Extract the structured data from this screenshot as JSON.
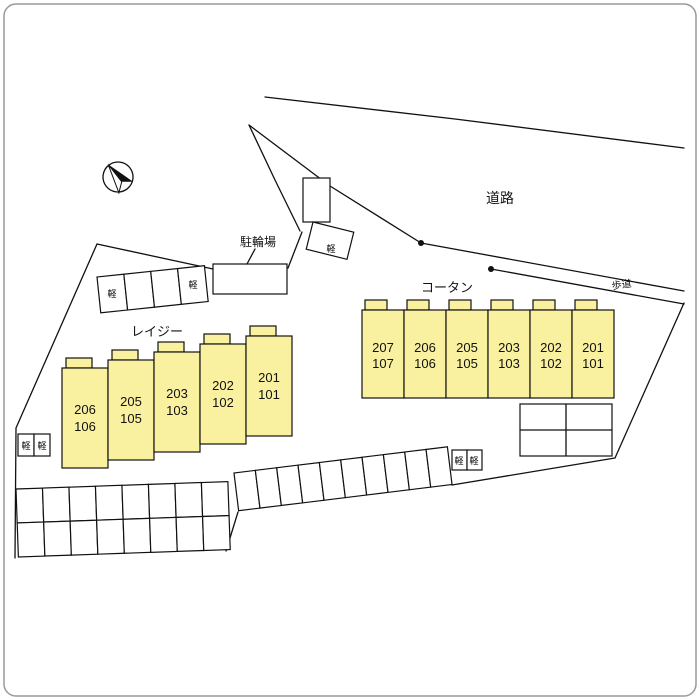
{
  "plan": {
    "road_label": "道路",
    "sidewalk_label": "歩道",
    "bicycle_parking_label": "駐輪場",
    "kei_label": "軽",
    "buildings": {
      "left": {
        "name": "レイジー",
        "units": [
          {
            "upper": "206",
            "lower": "106"
          },
          {
            "upper": "205",
            "lower": "105"
          },
          {
            "upper": "203",
            "lower": "103"
          },
          {
            "upper": "202",
            "lower": "102"
          },
          {
            "upper": "201",
            "lower": "101"
          }
        ]
      },
      "right": {
        "name": "コータン",
        "units": [
          {
            "upper": "207",
            "lower": "107"
          },
          {
            "upper": "206",
            "lower": "106"
          },
          {
            "upper": "205",
            "lower": "105"
          },
          {
            "upper": "203",
            "lower": "103"
          },
          {
            "upper": "202",
            "lower": "102"
          },
          {
            "upper": "201",
            "lower": "101"
          }
        ]
      }
    },
    "colors": {
      "unit_fill": "#FAF1A0",
      "line": "#111111",
      "background": "#FFFFFF"
    }
  }
}
